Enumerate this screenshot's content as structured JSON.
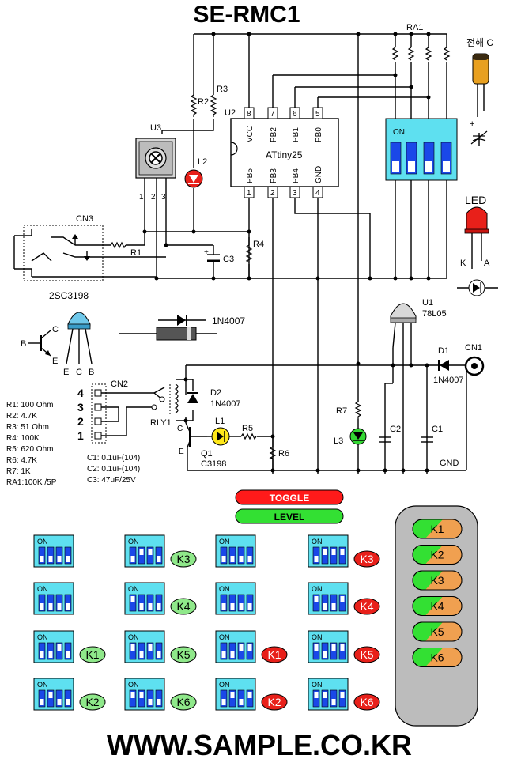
{
  "title": "SE-RMC1",
  "footer": "WWW.SAMPLE.CO.KR",
  "ic": {
    "ref": "U2",
    "name": "ATtiny25",
    "pins_top": [
      {
        "num": "8",
        "label": "VCC"
      },
      {
        "num": "7",
        "label": "PB2"
      },
      {
        "num": "6",
        "label": "PB1"
      },
      {
        "num": "5",
        "label": "PB0"
      }
    ],
    "pins_bottom": [
      {
        "num": "1",
        "label": "PB5"
      },
      {
        "num": "2",
        "label": "PB3"
      },
      {
        "num": "3",
        "label": "PB4"
      },
      {
        "num": "4",
        "label": "GND"
      }
    ]
  },
  "labels": {
    "ra1": "RA1",
    "cap_electrolytic": "전해 C",
    "r2": "R2",
    "r3": "R3",
    "u3": "U3",
    "l2": "L2",
    "cn3": "CN3",
    "r1": "R1",
    "r4": "R4",
    "c3": "C3",
    "transistor_part": "2SC3198",
    "pin_b": "B",
    "pin_c": "C",
    "pin_e": "E",
    "diode_part": "1N4007",
    "u1": "U1",
    "u1_part": "78L05",
    "d1": "D1",
    "d1_part": "1N4007",
    "cn1": "CN1",
    "cn2": "CN2",
    "d2": "D2",
    "d2_part": "1N4007",
    "rly1": "RLY1",
    "l1": "L1",
    "r5": "R5",
    "q1": "Q1",
    "q1_part": "C3198",
    "r6": "R6",
    "r7": "R7",
    "l3": "L3",
    "c2": "C2",
    "c1": "C1",
    "gnd": "GND",
    "led": "LED",
    "led_k": "K",
    "led_a": "A",
    "dip_on": "ON",
    "u3_pins": [
      "1",
      "2",
      "3"
    ],
    "cn2_pins": [
      "4",
      "3",
      "2",
      "1"
    ]
  },
  "parts_list": [
    "R1: 100 Ohm",
    "R2: 4.7K",
    "R3: 51 Ohm",
    "R4: 100K",
    "R5: 620 Ohm",
    "R6: 4.7K",
    "R7: 1K",
    "RA1:100K /5P"
  ],
  "caps_list": [
    "C1: 0.1uF(104)",
    "C2: 0.1uF(104)",
    "C3: 47uF/25V"
  ],
  "mode_buttons": {
    "toggle": "TOGGLE",
    "level": "LEVEL"
  },
  "colors": {
    "toggle": "#ff1a1a",
    "level": "#33e033",
    "on_badge": "#e8201a",
    "off_badge": "#8fe88a",
    "dip_body": "#5ee0f0",
    "dip_switch": "#1a48e8"
  },
  "dip_configs": [
    {
      "col": 0,
      "row": 0,
      "sw": [
        0,
        0,
        0,
        0
      ],
      "badge": null
    },
    {
      "col": 0,
      "row": 1,
      "sw": [
        0,
        0,
        0,
        0
      ],
      "badge": null
    },
    {
      "col": 0,
      "row": 2,
      "sw": [
        0,
        0,
        1,
        0
      ],
      "badge": {
        "text": "K1",
        "mode": "level"
      }
    },
    {
      "col": 0,
      "row": 3,
      "sw": [
        0,
        1,
        0,
        0
      ],
      "badge": {
        "text": "K2",
        "mode": "level"
      }
    },
    {
      "col": 1,
      "row": 0,
      "sw": [
        0,
        1,
        1,
        0
      ],
      "badge": {
        "text": "K3",
        "mode": "level"
      }
    },
    {
      "col": 1,
      "row": 1,
      "sw": [
        1,
        0,
        0,
        0
      ],
      "badge": {
        "text": "K4",
        "mode": "level"
      }
    },
    {
      "col": 1,
      "row": 2,
      "sw": [
        1,
        0,
        1,
        0
      ],
      "badge": {
        "text": "K5",
        "mode": "level"
      }
    },
    {
      "col": 1,
      "row": 3,
      "sw": [
        1,
        1,
        0,
        0
      ],
      "badge": {
        "text": "K6",
        "mode": "level"
      }
    },
    {
      "col": 2,
      "row": 0,
      "sw": [
        0,
        0,
        0,
        0
      ],
      "badge": null
    },
    {
      "col": 2,
      "row": 1,
      "sw": [
        0,
        0,
        0,
        0
      ],
      "badge": null
    },
    {
      "col": 2,
      "row": 2,
      "sw": [
        0,
        0,
        1,
        1
      ],
      "badge": {
        "text": "K1",
        "mode": "toggle"
      }
    },
    {
      "col": 2,
      "row": 3,
      "sw": [
        0,
        1,
        0,
        1
      ],
      "badge": {
        "text": "K2",
        "mode": "toggle"
      }
    },
    {
      "col": 3,
      "row": 0,
      "sw": [
        0,
        1,
        1,
        1
      ],
      "badge": {
        "text": "K3",
        "mode": "toggle"
      }
    },
    {
      "col": 3,
      "row": 1,
      "sw": [
        1,
        0,
        0,
        1
      ],
      "badge": {
        "text": "K4",
        "mode": "toggle"
      }
    },
    {
      "col": 3,
      "row": 2,
      "sw": [
        1,
        0,
        1,
        1
      ],
      "badge": {
        "text": "K5",
        "mode": "toggle"
      }
    },
    {
      "col": 3,
      "row": 3,
      "sw": [
        1,
        1,
        0,
        1
      ],
      "badge": {
        "text": "K6",
        "mode": "toggle"
      }
    }
  ],
  "remote_keys": [
    "K1",
    "K2",
    "K3",
    "K4",
    "K5",
    "K6"
  ]
}
